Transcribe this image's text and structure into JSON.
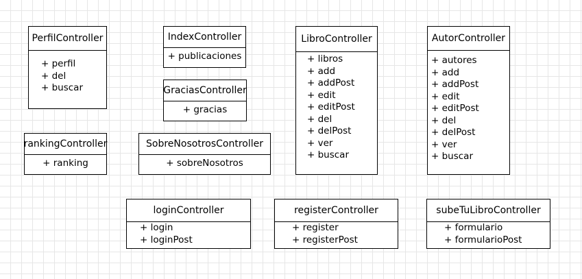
{
  "classes": [
    {
      "id": "perfil",
      "name": "PerfilController",
      "methods": [
        "+ perfil",
        "+ del",
        "+ buscar"
      ]
    },
    {
      "id": "index",
      "name": "IndexController",
      "methods": [
        "+ publicaciones"
      ]
    },
    {
      "id": "libro",
      "name": "LibroController",
      "methods": [
        "+ libros",
        "+ add",
        "+ addPost",
        "+ edit",
        "+ editPost",
        "+ del",
        "+ delPost",
        "+ ver",
        "+ buscar"
      ]
    },
    {
      "id": "autor",
      "name": "AutorController",
      "methods": [
        "+ autores",
        "+ add",
        "+ addPost",
        "+ edit",
        "+ editPost",
        "+ del",
        "+ delPost",
        "+ ver",
        "+ buscar"
      ]
    },
    {
      "id": "gracias",
      "name": "GraciasController",
      "methods": [
        "+ gracias"
      ]
    },
    {
      "id": "ranking",
      "name": "rankingController",
      "methods": [
        "+ ranking"
      ]
    },
    {
      "id": "sobre",
      "name": "SobreNosotrosController",
      "methods": [
        "+ sobreNosotros"
      ]
    },
    {
      "id": "login",
      "name": "loginController",
      "methods": [
        "+ login",
        "+ loginPost"
      ]
    },
    {
      "id": "register",
      "name": "registerController",
      "methods": [
        "+ register",
        "+ registerPost"
      ]
    },
    {
      "id": "sube",
      "name": "subeTuLibroController",
      "methods": [
        "+ formulario",
        "+ formularioPost"
      ]
    }
  ]
}
